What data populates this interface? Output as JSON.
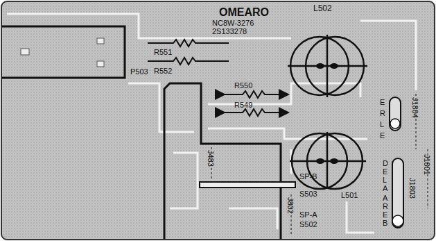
{
  "diagram": {
    "labels": [
      "OMEARO",
      "NC8W-3276",
      "2S133278",
      "L502",
      "R551",
      "R552",
      "P503",
      "R550",
      "R549",
      "E",
      "R",
      "L",
      "E",
      "J1804",
      "J1801",
      "L501",
      "D",
      "E",
      "L",
      "A",
      "A",
      "R",
      "E",
      "B",
      "J1803",
      "J483",
      "J802",
      "SP-B",
      "S503",
      "SP-A",
      "S502"
    ]
  }
}
